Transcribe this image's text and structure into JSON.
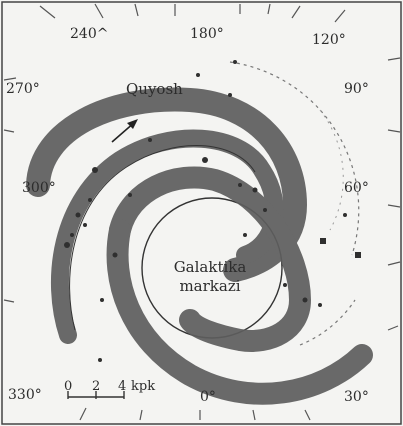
{
  "diagram": {
    "sun_label": "Quyosh",
    "center_label_line1": "Galaktika",
    "center_label_line2": "markazi",
    "scale": {
      "ticks": [
        "0",
        "2",
        "4"
      ],
      "unit": "kpk"
    },
    "longitude_labels": {
      "l240": "240^",
      "l180": "180°",
      "l120": "120°",
      "l270": "270°",
      "l90": "90°",
      "l300": "300°",
      "l60": "60°",
      "l330": "330°",
      "l30": "30°",
      "l0": "0°"
    }
  },
  "colors": {
    "arm": "#5e5e5e",
    "line": "#3a3a3a",
    "text": "#2c2c2c",
    "background": "#f4f4f2"
  }
}
